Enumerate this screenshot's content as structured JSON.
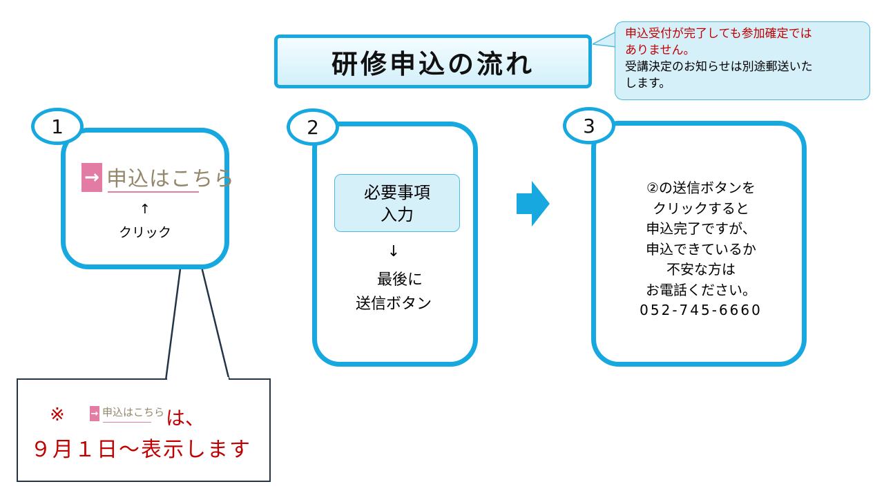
{
  "title": "研修申込の流れ",
  "callout": {
    "line1": "申込受付が完了しても参加確定では",
    "line2": "ありません。",
    "line3": "受講決定のお知らせは別途郵送いた",
    "line4": "します。"
  },
  "steps": [
    {
      "number": "1",
      "button_arrow": "→",
      "button_label": "申込はこちら",
      "up_arrow": "↑",
      "action": "クリック"
    },
    {
      "number": "2",
      "box_line1": "必要事項",
      "box_line2": "入力",
      "down_arrow": "↓",
      "text_line1": "最後に",
      "text_line2": "送信ボタン"
    },
    {
      "number": "3",
      "lines": [
        "②の送信ボタンを",
        "クリックすると",
        "申込完了ですが、",
        "申込できているか",
        "不安な方は",
        "お電話ください。"
      ],
      "phone": "052-745-6660"
    }
  ],
  "note": {
    "mark": "※",
    "button_arrow": "→",
    "button_label": "申込はこちら",
    "suffix": "は、",
    "line2": "９月１日～表示します"
  },
  "colors": {
    "accent": "#18A8E0",
    "panel_fill": "#D6F0FA",
    "warning": "#C00000",
    "button_pink": "#E27CA4"
  }
}
